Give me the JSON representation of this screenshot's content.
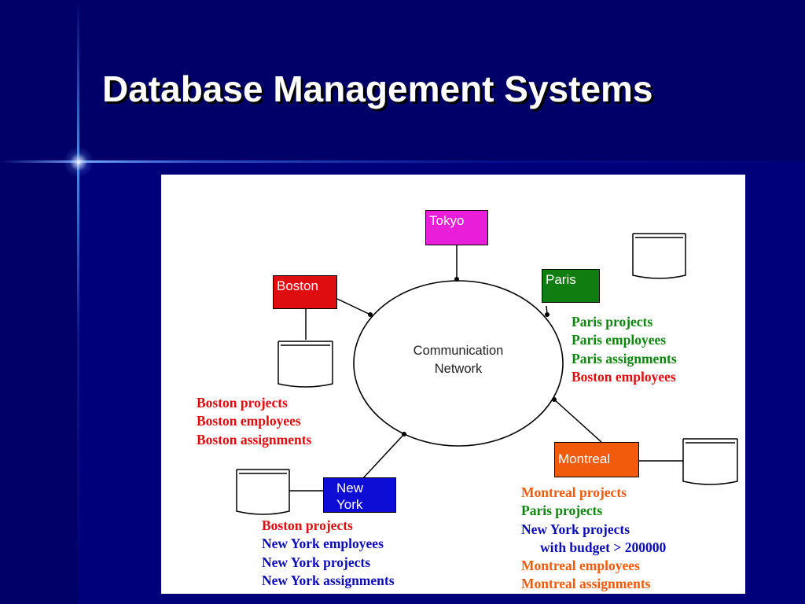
{
  "slide": {
    "title": "Database Management Systems"
  },
  "colors": {
    "background": "#00007a",
    "boston": "#dd0d10",
    "tokyo": "#e81ed8",
    "paris": "#0f7d0f",
    "newyork": "#0d0dd6",
    "montreal": "#f25b0c",
    "orange_text": "#f25b0c",
    "green_text": "#0d860d",
    "red_text": "#dd0d10",
    "blue_text": "#0d0db8"
  },
  "diagram": {
    "network_label": [
      "Communication",
      "Network"
    ],
    "sites": {
      "tokyo": {
        "label": "Tokyo"
      },
      "boston": {
        "label": "Boston"
      },
      "paris": {
        "label": "Paris"
      },
      "newyork": {
        "label": [
          "New",
          "York"
        ]
      },
      "montreal": {
        "label": "Montreal"
      }
    },
    "lists": {
      "paris": [
        {
          "text": "Paris projects",
          "color": "green"
        },
        {
          "text": "Paris employees",
          "color": "green"
        },
        {
          "text": "Paris assignments",
          "color": "green"
        },
        {
          "text": "Boston employees",
          "color": "red"
        }
      ],
      "boston": [
        {
          "text": "Boston projects",
          "color": "red"
        },
        {
          "text": "Boston employees",
          "color": "red"
        },
        {
          "text": "Boston assignments",
          "color": "red"
        }
      ],
      "newyork": [
        {
          "text": "Boston projects",
          "color": "red"
        },
        {
          "text": "New York employees",
          "color": "blue"
        },
        {
          "text": "New York projects",
          "color": "blue"
        },
        {
          "text": "New York assignments",
          "color": "blue"
        }
      ],
      "montreal": [
        {
          "text": "Montreal projects",
          "color": "orange"
        },
        {
          "text": "Paris projects",
          "color": "green"
        },
        {
          "text": "New York projects",
          "color": "blue"
        },
        {
          "text": "with budget > 200000",
          "color": "blue",
          "indent": true
        },
        {
          "text": "Montreal employees",
          "color": "orange"
        },
        {
          "text": "Montreal assignments",
          "color": "orange"
        }
      ]
    }
  }
}
